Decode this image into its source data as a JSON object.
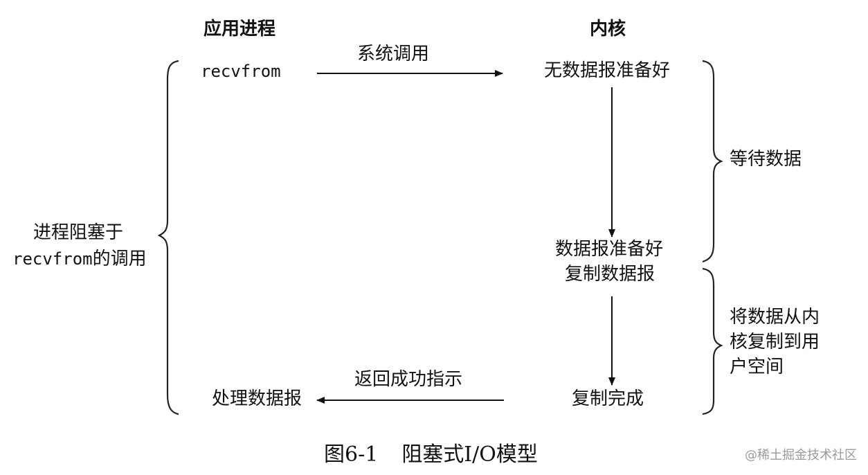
{
  "headers": {
    "app_process": "应用进程",
    "kernel": "内核"
  },
  "app": {
    "recvfrom": "recvfrom",
    "process_datagram": "处理数据报"
  },
  "arrows": {
    "syscall": "系统调用",
    "return_ok": "返回成功指示"
  },
  "kernel_states": {
    "no_datagram_ready": "无数据报准备好",
    "datagram_ready": "数据报准备好",
    "copy_datagram": "复制数据报",
    "copy_complete": "复制完成"
  },
  "braces": {
    "left_line1": "进程阻塞于",
    "left_line2_mono": "recvfrom",
    "left_line2_rest": "的调用",
    "wait_data": "等待数据",
    "copy_line1": "将数据从内",
    "copy_line2": "核复制到用",
    "copy_line3": "户空间"
  },
  "caption": {
    "fig": "图6-1",
    "title": "阻塞式I/O模型"
  },
  "watermark": "@稀土掘金技术社区"
}
